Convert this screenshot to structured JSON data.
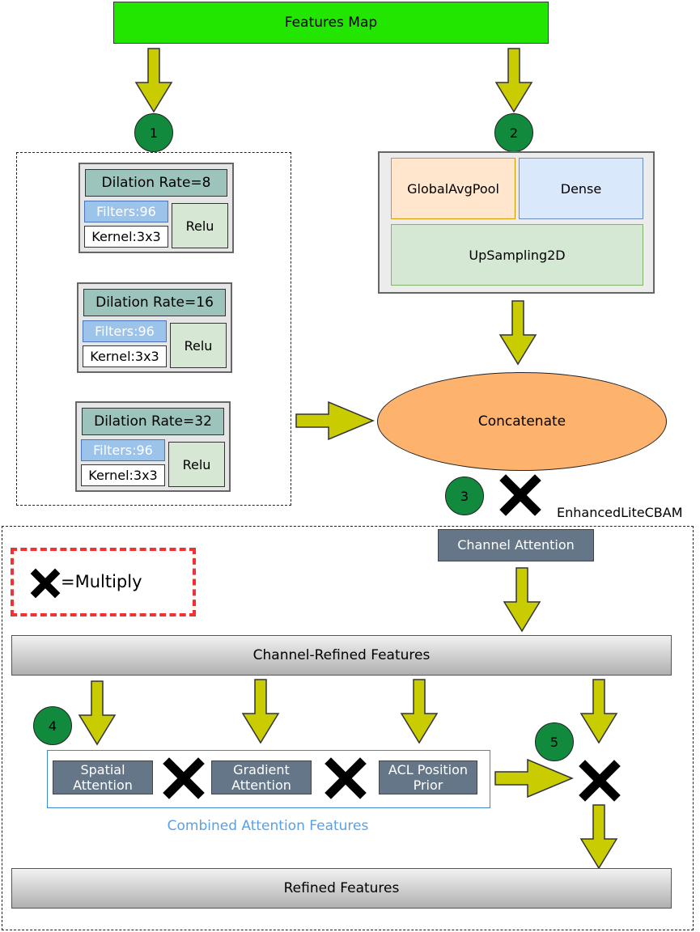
{
  "features_map": "Features Map",
  "branch1": {
    "number": "1",
    "blocks": [
      {
        "title": "Dilation Rate=8",
        "filters": "Filters:96",
        "kernel": "Kernel:3x3",
        "activation": "Relu"
      },
      {
        "title": "Dilation Rate=16",
        "filters": "Filters:96",
        "kernel": "Kernel:3x3",
        "activation": "Relu"
      },
      {
        "title": "Dilation Rate=32",
        "filters": "Filters:96",
        "kernel": "Kernel:3x3",
        "activation": "Relu"
      }
    ]
  },
  "branch2": {
    "number": "2",
    "global_avg_pool": "GlobalAvgPool",
    "dense": "Dense",
    "upsampling": "UpSampling2D"
  },
  "concatenate": "Concatenate",
  "step3": "3",
  "module_label": "EnhancedLiteCBAM",
  "legend": {
    "text": "=Multiply"
  },
  "channel_attention": "Channel Attention",
  "channel_refined": "Channel-Refined Features",
  "step4": "4",
  "step5": "5",
  "attentions": {
    "spatial": "Spatial Attention",
    "gradient": "Gradient Attention",
    "acl": "ACL Position Prior"
  },
  "combined_label": "Combined Attention Features",
  "refined": "Refined Features",
  "colors": {
    "arrow": "#c8cc00",
    "circle": "#118a3e",
    "features_map": "#22e600",
    "concat": "#fdb26e",
    "slate": "#647687"
  }
}
